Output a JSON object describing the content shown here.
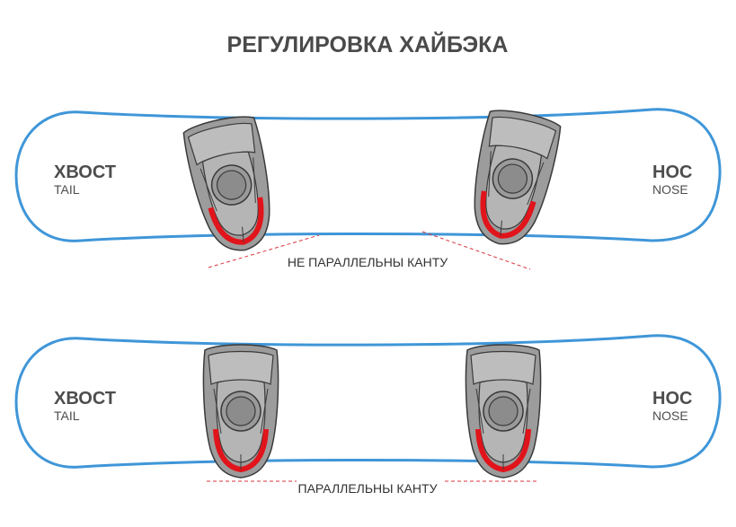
{
  "title": "РЕГУЛИРОВКА ХАЙБЭКА",
  "colors": {
    "board_outline": "#3f96d8",
    "binding_outer": "#9a9a9a",
    "binding_inner": "#bdbdbd",
    "disc": "#8f8f8f",
    "highback_edge": "#e1141b",
    "guide_line": "#d9363e",
    "outline": "#3a3a3a"
  },
  "boards": [
    {
      "tail_label": "ХВОСТ",
      "tail_sublabel": "TAIL",
      "nose_label": "НОС",
      "nose_sublabel": "NOSE",
      "caption": "НЕ ПАРАЛЛЕЛЬНЫ КАНТУ",
      "highbacks_parallel": false
    },
    {
      "tail_label": "ХВОСТ",
      "tail_sublabel": "TAIL",
      "nose_label": "НОС",
      "nose_sublabel": "NOSE",
      "caption": "ПАРАЛЛЕЛЬНЫ КАНТУ",
      "highbacks_parallel": true
    }
  ]
}
